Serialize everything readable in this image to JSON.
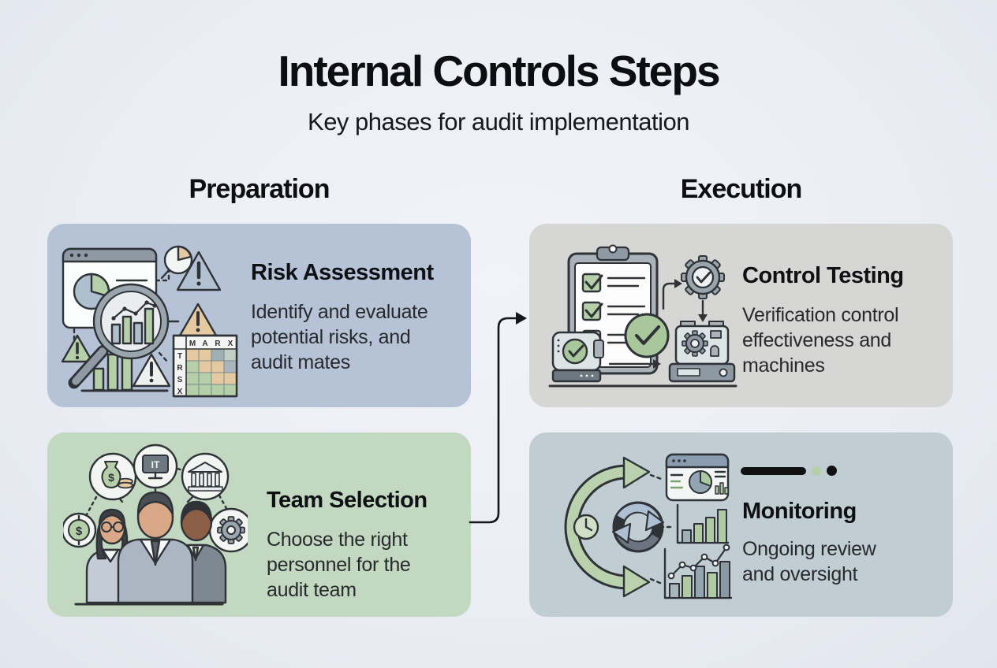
{
  "page": {
    "title": "Internal Controls Steps",
    "subtitle": "Key phases for audit implementation"
  },
  "columns": [
    {
      "label": "Preparation"
    },
    {
      "label": "Execution"
    }
  ],
  "cards": [
    {
      "id": "risk-assessment",
      "column": "Preparation",
      "title": "Risk Assessment",
      "desc_lines": [
        "Identify and evaluate",
        "potential risks, and",
        "audit mates"
      ],
      "bg": "#b6c3d7",
      "icon": "risk-assessment-illustration"
    },
    {
      "id": "team-selection",
      "column": "Preparation",
      "title": "Team Selection",
      "desc_lines": [
        "Choose the right",
        "personnel for the",
        "audit team"
      ],
      "bg": "#c3d8c0",
      "icon": "team-selection-illustration"
    },
    {
      "id": "control-testing",
      "column": "Execution",
      "title": "Control Testing",
      "desc_lines": [
        "Verification control",
        "effectiveness and",
        "machines"
      ],
      "bg": "#d6d6d5",
      "icon": "control-testing-illustration"
    },
    {
      "id": "monitoring",
      "column": "Execution",
      "title": "Monitoring",
      "desc_lines": [
        "Ongoing review",
        "and oversight"
      ],
      "bg": "#c0cdd2",
      "icon": "monitoring-illustration",
      "decor": {
        "bar_color": "#111111",
        "green_dot": "#b5cfa8",
        "black_dot": "#111111"
      }
    }
  ],
  "connector": {
    "from": "team-selection",
    "to": "control-testing",
    "shape": "elbow-arrow",
    "color": "#15171a"
  },
  "risk_matrix": {
    "col_headers": [
      "M",
      "A",
      "R",
      "X"
    ],
    "row_headers": [
      "T",
      "R",
      "S",
      "X"
    ]
  },
  "icon_text": {
    "it_monitor": "IT",
    "money_bag_symbol": "$",
    "coin_symbol": "$"
  },
  "colors": {
    "background": "#ebeef4",
    "card_risk": "#b6c3d7",
    "card_team": "#c3d8c0",
    "card_testing": "#d6d6d5",
    "card_monitoring": "#c0cdd2",
    "accent_green": "#b5cfa8",
    "accent_tan": "#e5c9a1",
    "accent_bluegray": "#aebfd4",
    "ink": "#2f3337"
  }
}
